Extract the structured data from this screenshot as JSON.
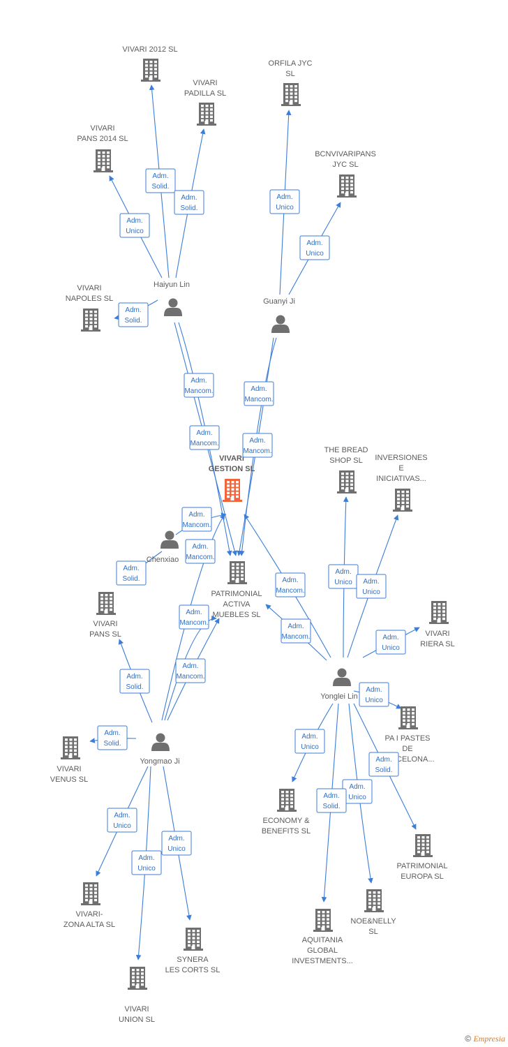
{
  "colors": {
    "edge": "#3b7dd8",
    "company": "#6f6f6f",
    "company_main": "#f2643a",
    "person": "#6f6f6f"
  },
  "nodes": [
    {
      "id": "vivari2012",
      "kind": "company",
      "icon": "building-icon",
      "lines": [
        "VIVARI 2012  SL"
      ]
    },
    {
      "id": "vivaripadilla",
      "kind": "company",
      "icon": "building-icon",
      "lines": [
        "VIVARI",
        "PADILLA  SL"
      ]
    },
    {
      "id": "vivaripans2014",
      "kind": "company",
      "icon": "building-icon",
      "lines": [
        "VIVARI",
        "PANS 2014  SL"
      ]
    },
    {
      "id": "orfila",
      "kind": "company",
      "icon": "building-icon",
      "lines": [
        "ORFILA JYC",
        "SL"
      ]
    },
    {
      "id": "bcnvivaripans",
      "kind": "company",
      "icon": "building-icon",
      "lines": [
        "BCNVIVARIPANS",
        "JYC  SL"
      ]
    },
    {
      "id": "vivarinapoles",
      "kind": "company",
      "icon": "building-icon",
      "lines": [
        "VIVARI",
        "NAPOLES  SL"
      ]
    },
    {
      "id": "haiyun",
      "kind": "person",
      "icon": "person-icon",
      "lines": [
        "Haiyun Lin"
      ]
    },
    {
      "id": "guanyi",
      "kind": "person",
      "icon": "person-icon",
      "lines": [
        "Guanyi Ji"
      ]
    },
    {
      "id": "vivarigestion",
      "kind": "company",
      "main": true,
      "icon": "building-icon",
      "lines": [
        "VIVARI",
        "GESTION  SL"
      ]
    },
    {
      "id": "thebread",
      "kind": "company",
      "icon": "building-icon",
      "lines": [
        "THE BREAD",
        "SHOP  SL"
      ]
    },
    {
      "id": "inversiones",
      "kind": "company",
      "icon": "building-icon",
      "lines": [
        "INVERSIONES",
        "E",
        "INICIATIVAS..."
      ]
    },
    {
      "id": "chenxiao",
      "kind": "person",
      "icon": "person-icon",
      "lines": [
        "Chenxiao"
      ]
    },
    {
      "id": "patrimonial",
      "kind": "company",
      "icon": "building-icon",
      "lines": [
        "PATRIMONIAL",
        "ACTIVA",
        "MUEBLES  SL"
      ]
    },
    {
      "id": "vivaripans",
      "kind": "company",
      "icon": "building-icon",
      "lines": [
        "VIVARI",
        "PANS SL"
      ]
    },
    {
      "id": "vivaririera",
      "kind": "company",
      "icon": "building-icon",
      "lines": [
        "VIVARI",
        "RIERA  SL"
      ]
    },
    {
      "id": "yonglei",
      "kind": "person",
      "icon": "person-icon",
      "lines": [
        "Yonglei Lin"
      ]
    },
    {
      "id": "papastes",
      "kind": "company",
      "icon": "building-icon",
      "lines": [
        "PA I PASTES",
        "DE",
        "BARCELONA..."
      ]
    },
    {
      "id": "yongmao",
      "kind": "person",
      "icon": "person-icon",
      "lines": [
        "Yongmao Ji"
      ]
    },
    {
      "id": "vivarivenus",
      "kind": "company",
      "icon": "building-icon",
      "lines": [
        "VIVARI",
        "VENUS  SL"
      ]
    },
    {
      "id": "economy",
      "kind": "company",
      "icon": "building-icon",
      "lines": [
        "ECONOMY &",
        "BENEFITS  SL"
      ]
    },
    {
      "id": "patrimonialeuropa",
      "kind": "company",
      "icon": "building-icon",
      "lines": [
        "PATRIMONIAL",
        "EUROPA  SL"
      ]
    },
    {
      "id": "noenelly",
      "kind": "company",
      "icon": "building-icon",
      "lines": [
        "NOE&NELLY",
        "SL"
      ]
    },
    {
      "id": "vivarizona",
      "kind": "company",
      "icon": "building-icon",
      "lines": [
        "VIVARI-",
        "ZONA ALTA  SL"
      ]
    },
    {
      "id": "synera",
      "kind": "company",
      "icon": "building-icon",
      "lines": [
        "SYNERA",
        "LES CORTS  SL"
      ]
    },
    {
      "id": "aquitania",
      "kind": "company",
      "icon": "building-icon",
      "lines": [
        "AQUITANIA",
        "GLOBAL",
        "INVESTMENTS..."
      ]
    },
    {
      "id": "vivariunion",
      "kind": "company",
      "icon": "building-icon",
      "lines": [
        "VIVARI",
        "UNION  SL"
      ]
    }
  ],
  "edges": [
    {
      "from": "haiyun",
      "to": "vivari2012",
      "role": [
        "Adm.",
        "Solid."
      ]
    },
    {
      "from": "haiyun",
      "to": "vivaripadilla",
      "role": [
        "Adm.",
        "Solid."
      ]
    },
    {
      "from": "haiyun",
      "to": "vivaripans2014",
      "role": [
        "Adm.",
        "Unico"
      ]
    },
    {
      "from": "haiyun",
      "to": "vivarinapoles",
      "role": [
        "Adm.",
        "Solid."
      ]
    },
    {
      "from": "guanyi",
      "to": "orfila",
      "role": [
        "Adm.",
        "Unico"
      ]
    },
    {
      "from": "guanyi",
      "to": "bcnvivaripans",
      "role": [
        "Adm.",
        "Unico"
      ]
    },
    {
      "from": "haiyun",
      "to": "patrimonial",
      "role": [
        "Adm.",
        "Mancom."
      ]
    },
    {
      "from": "haiyun",
      "to": "patrimonial",
      "role": [
        "Adm.",
        "Mancom."
      ]
    },
    {
      "from": "guanyi",
      "to": "patrimonial",
      "role": [
        "Adm.",
        "Mancom."
      ]
    },
    {
      "from": "guanyi",
      "to": "patrimonial",
      "role": [
        "Adm.",
        "Mancom."
      ]
    },
    {
      "from": "chenxiao",
      "to": "vivarigestion",
      "role": [
        "Adm.",
        "Mancom."
      ]
    },
    {
      "from": "chenxiao",
      "to": "vivaripans",
      "role": [
        "Adm.",
        "Solid."
      ]
    },
    {
      "from": "yongmao",
      "to": "vivarigestion",
      "role": [
        "Adm.",
        "Mancom."
      ]
    },
    {
      "from": "yongmao",
      "to": "patrimonial",
      "role": [
        "Adm.",
        "Mancom."
      ]
    },
    {
      "from": "yongmao",
      "to": "patrimonial",
      "role": [
        "Adm.",
        "Mancom."
      ]
    },
    {
      "from": "yongmao",
      "to": "vivaripans",
      "role": [
        "Adm.",
        "Solid."
      ]
    },
    {
      "from": "yongmao",
      "to": "vivarivenus",
      "role": [
        "Adm.",
        "Solid."
      ]
    },
    {
      "from": "yongmao",
      "to": "vivarizona",
      "role": [
        "Adm.",
        "Unico"
      ]
    },
    {
      "from": "yongmao",
      "to": "vivariunion",
      "role": [
        "Adm.",
        "Unico"
      ]
    },
    {
      "from": "yongmao",
      "to": "synera",
      "role": [
        "Adm.",
        "Unico"
      ]
    },
    {
      "from": "yonglei",
      "to": "vivarigestion",
      "role": [
        "Adm.",
        "Mancom."
      ]
    },
    {
      "from": "yonglei",
      "to": "patrimonial",
      "role": [
        "Adm.",
        "Mancom."
      ]
    },
    {
      "from": "yonglei",
      "to": "thebread",
      "role": [
        "Adm.",
        "Unico"
      ]
    },
    {
      "from": "yonglei",
      "to": "inversiones",
      "role": [
        "Adm.",
        "Unico"
      ]
    },
    {
      "from": "yonglei",
      "to": "vivaririera",
      "role": [
        "Adm.",
        "Unico"
      ]
    },
    {
      "from": "yonglei",
      "to": "papastes",
      "role": [
        "Adm.",
        "Unico"
      ]
    },
    {
      "from": "yonglei",
      "to": "economy",
      "role": [
        "Adm.",
        "Unico"
      ]
    },
    {
      "from": "yonglei",
      "to": "patrimonialeuropa",
      "role": [
        "Adm.",
        "Solid."
      ]
    },
    {
      "from": "yonglei",
      "to": "noenelly",
      "role": [
        "Adm.",
        "Unico"
      ]
    },
    {
      "from": "yonglei",
      "to": "aquitania",
      "role": [
        "Adm.",
        "Solid."
      ]
    }
  ],
  "footer": {
    "copyright": "©",
    "brand": "Empresia"
  }
}
